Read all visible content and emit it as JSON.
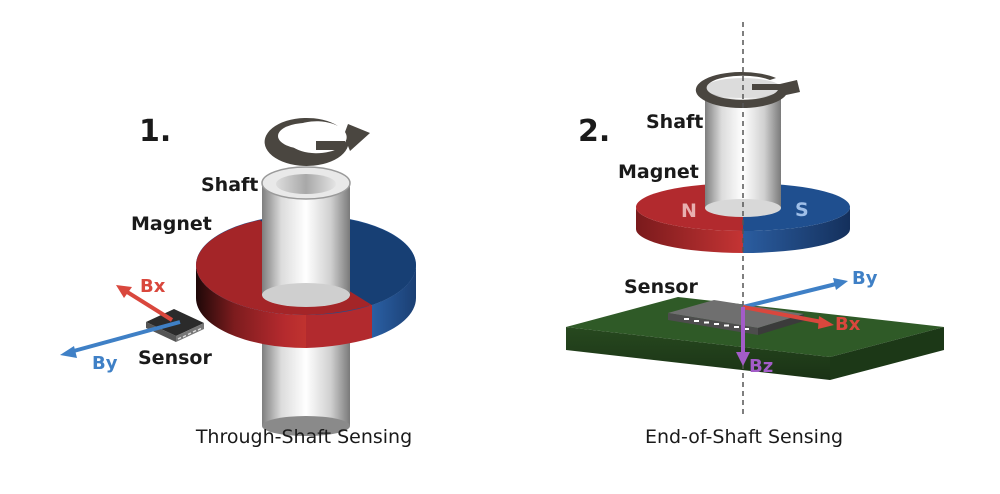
{
  "diagram_1": {
    "number": "1.",
    "shaft_label": "Shaft",
    "magnet_label": "Magnet",
    "sensor_label": "Sensor",
    "axis_bx": "Bx",
    "axis_by": "By",
    "caption": "Through-Shaft Sensing"
  },
  "diagram_2": {
    "number": "2.",
    "shaft_label": "Shaft",
    "magnet_label": "Magnet",
    "sensor_label": "Sensor",
    "pole_n": "N",
    "pole_s": "S",
    "axis_by": "By",
    "axis_bx": "Bx",
    "axis_bz": "Bz",
    "caption": "End-of-Shaft Sensing"
  },
  "colors": {
    "magnet_north": "#b22a2e",
    "magnet_south": "#1f4f8f",
    "pcb": "#2f5a27",
    "arrow_bx": "#d9473d",
    "arrow_by": "#3f80c6",
    "arrow_bz": "#a35cc8",
    "grip": "#4a4640"
  }
}
